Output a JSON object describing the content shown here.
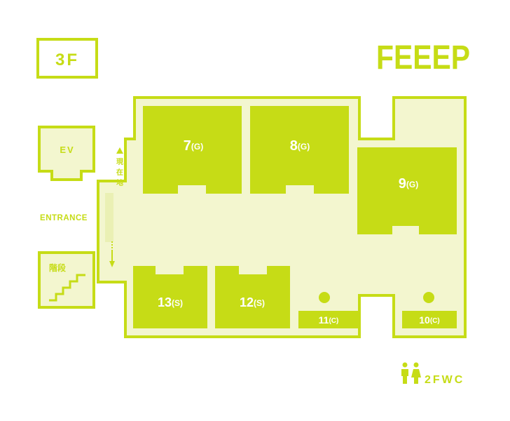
{
  "floor_label": "3F",
  "brand": "FEEEP",
  "colors": {
    "accent": "#c6dc16",
    "floor": "#f3f6cf",
    "background": "#ffffff"
  },
  "elevator_label": "EV",
  "entrance_label": "ENTRANCE",
  "stairs_label": "階段",
  "you_are_here": "現在地",
  "rooms": {
    "r7": {
      "num": "7",
      "type": "(G)"
    },
    "r8": {
      "num": "8",
      "type": "(G)"
    },
    "r9": {
      "num": "9",
      "type": "(G)"
    },
    "r13": {
      "num": "13",
      "type": "(S)"
    },
    "r12": {
      "num": "12",
      "type": "(S)"
    },
    "r11": {
      "num": "11",
      "type": "(C)"
    },
    "r10": {
      "num": "10",
      "type": "(C)"
    }
  },
  "wc_label": "2FWC",
  "icons": {
    "you_are_here": "triangle-up-icon",
    "direction": "arrow-down-icon",
    "stairs": "stairs-icon",
    "restroom": "restroom-icon",
    "table": "dot-icon"
  }
}
